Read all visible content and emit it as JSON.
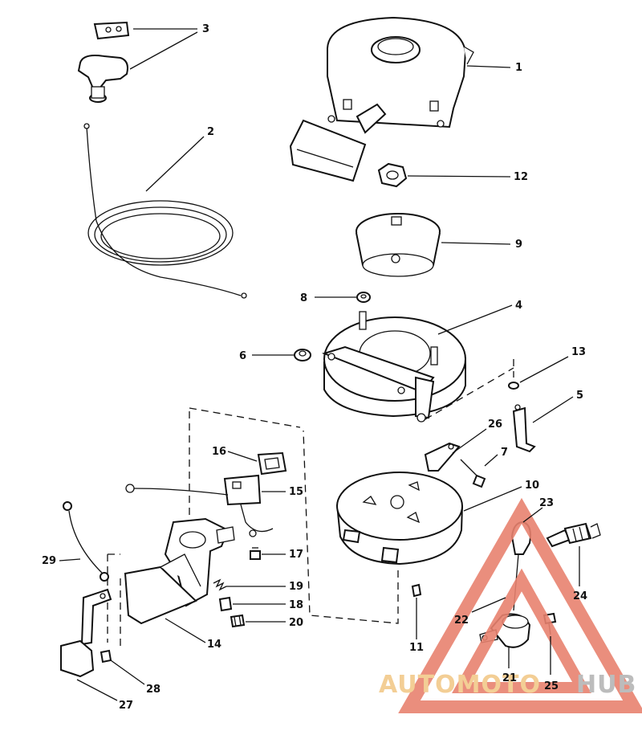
{
  "diagram": {
    "callouts": {
      "c1": "1",
      "c2": "2",
      "c3": "3",
      "c4": "4",
      "c5": "5",
      "c6": "6",
      "c7": "7",
      "c8": "8",
      "c9": "9",
      "c10": "10",
      "c11": "11",
      "c12": "12",
      "c13": "13",
      "c14": "14",
      "c15": "15",
      "c16": "16",
      "c17": "17",
      "c18": "18",
      "c19": "19",
      "c20": "20",
      "c21": "21",
      "c22": "22",
      "c23": "23",
      "c24": "24",
      "c25": "25",
      "c26": "26",
      "c27": "27",
      "c28": "28",
      "c29": "29"
    }
  },
  "watermark": {
    "brand_part1": "AUTOMOTO",
    "brand_part2": "HUB",
    "color_primary": "#e8826f",
    "color_text": "#f2c98a",
    "color_text2": "#b5b5b5"
  }
}
